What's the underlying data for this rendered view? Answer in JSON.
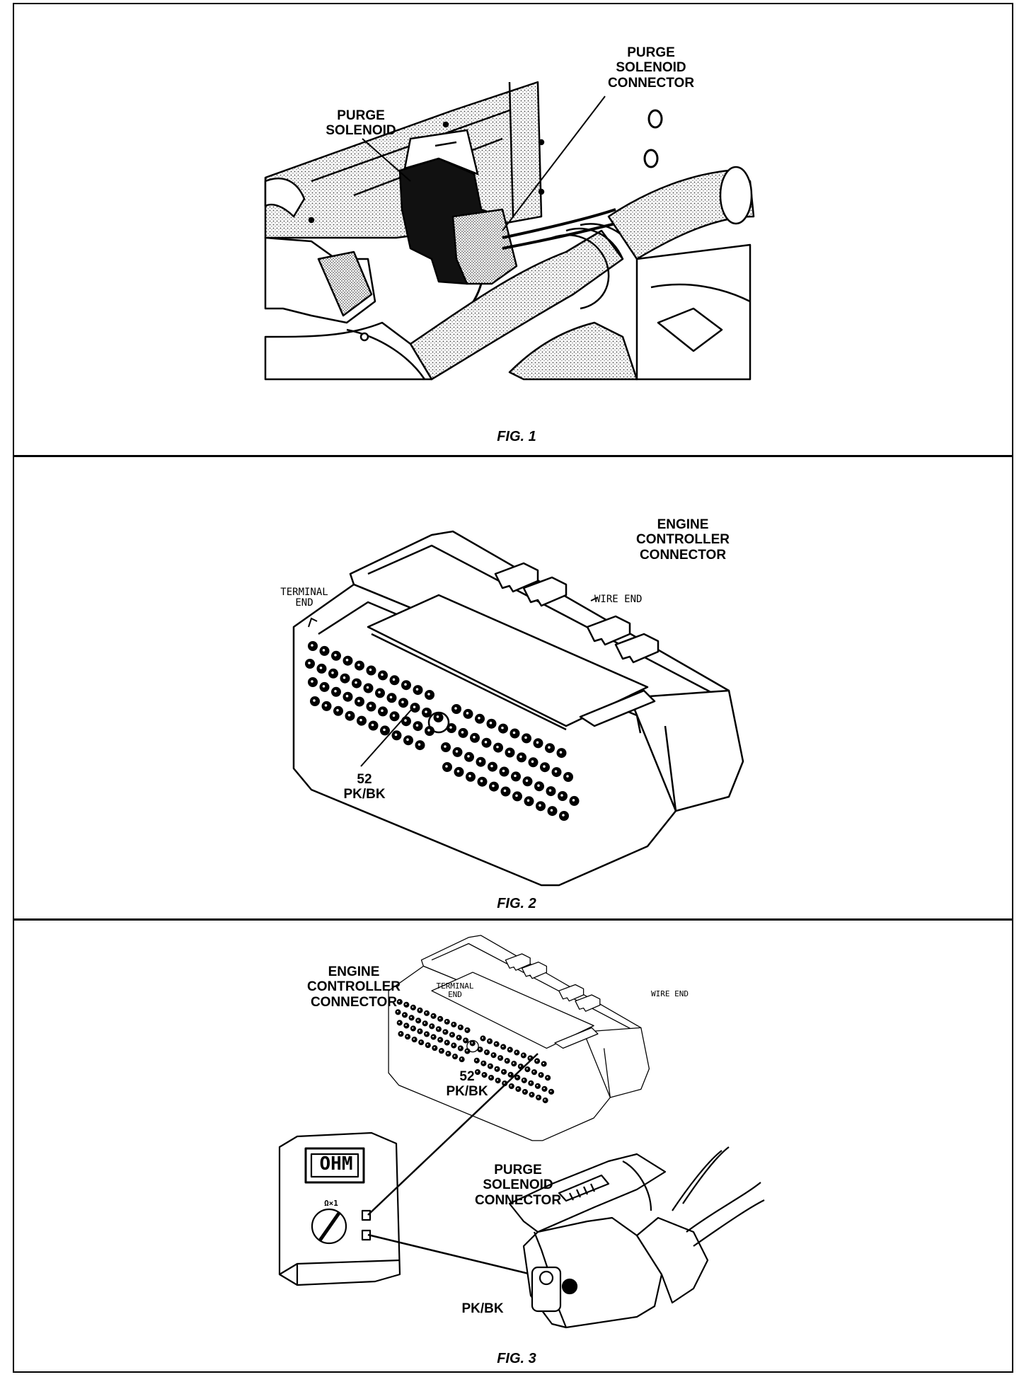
{
  "figures": [
    {
      "caption": "FIG. 1",
      "labels": {
        "purge_solenoid": "PURGE\nSOLENOID",
        "purge_solenoid_connector": "PURGE\nSOLENOID\nCONNECTOR"
      }
    },
    {
      "caption": "FIG. 2",
      "labels": {
        "engine_controller_connector": "ENGINE\nCONTROLLER\nCONNECTOR",
        "terminal_end": "TERMINAL\nEND",
        "wire_end": "WIRE END",
        "pin": "52\nPK/BK"
      }
    },
    {
      "caption": "FIG. 3",
      "labels": {
        "engine_controller_connector": "ENGINE\nCONTROLLER\nCONNECTOR",
        "terminal_end": "TERMINAL\nEND",
        "wire_end": "WIRE END",
        "pin": "52\nPK/BK",
        "purge_solenoid_connector": "PURGE\nSOLENOID\nCONNECTOR",
        "wire_color": "PK/BK",
        "meter_display": "OHM",
        "meter_range": "Ω×1"
      }
    }
  ]
}
